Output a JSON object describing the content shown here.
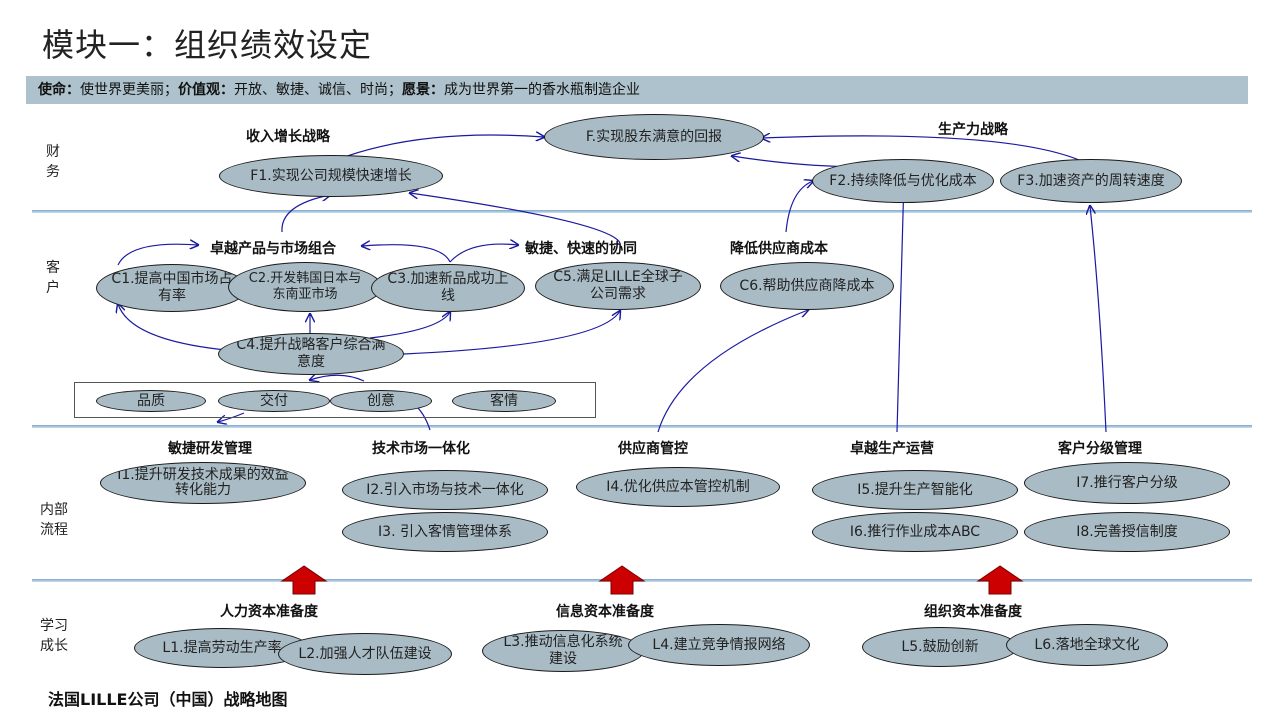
{
  "title": "模块一：组织绩效设定",
  "banner": {
    "mission_label": "使命：",
    "mission_text": "使世界更美丽；",
    "values_label": "价值观：",
    "values_text": "开放、敏捷、诚信、时尚；",
    "vision_label": "愿景：",
    "vision_text": "成为世界第一的香水瓶制造企业"
  },
  "rows": {
    "finance": "财\n务",
    "customer": "客\n户",
    "process": "内部\n流程",
    "learning": "学习\n成长"
  },
  "labels": {
    "revenue_strategy": "收入增长战略",
    "productivity_strategy": "生产力战略",
    "product_mix": "卓越产品与市场组合",
    "agile_collab": "敏捷、快速的协同",
    "lower_supplier_cost": "降低供应商成本",
    "agile_rd": "敏捷研发管理",
    "tech_market": "技术市场一体化",
    "supplier_ctrl": "供应商管控",
    "excellent_ops": "卓越生产运营",
    "customer_tier": "客户分级管理",
    "hr_capital": "人力资本准备度",
    "info_capital": "信息资本准备度",
    "org_capital": "组织资本准备度"
  },
  "nodes": {
    "F": "F.实现股东满意的回报",
    "F1": "F1.实现公司规模快速增长",
    "F2": "F2.持续降低与优化成本",
    "F3": "F3.加速资产的周转速度",
    "C1": "C1.提高中国市场占有率",
    "C2": "C2.开发韩国日本与东南亚市场",
    "C3": "C3.加速新品成功上线",
    "C5": "C5.满足LILLE全球子公司需求",
    "C6": "C6.帮助供应商降成本",
    "C4": "C4.提升战略客户综合满意度",
    "Q1": "品质",
    "Q2": "交付",
    "Q3": "创意",
    "Q4": "客情",
    "I1": "I1.提升研发技术成果的效益转化能力",
    "I2": "I2.引入市场与技术一体化",
    "I3": "I3. 引入客情管理体系",
    "I4": "I4.优化供应本管控机制",
    "I5": "I5.提升生产智能化",
    "I6": "I6.推行作业成本ABC",
    "I7": "I7.推行客户分级",
    "I8": "I8.完善授信制度",
    "L1": "L1.提高劳动生产率",
    "L2": "L2.加强人才队伍建设",
    "L3": "L3.推动信息化系统建设",
    "L4": "L4.建立竞争情报网络",
    "L5": "L5.鼓励创新",
    "L6": "L6.落地全球文化"
  },
  "colors": {
    "ellipse_fill": "#a9bcc6",
    "banner": "#adc2cc",
    "arrow_line": "#1a1aa0",
    "up_arrow": "#cc0000"
  },
  "footer": "法国LILLE公司（中国）战略地图"
}
